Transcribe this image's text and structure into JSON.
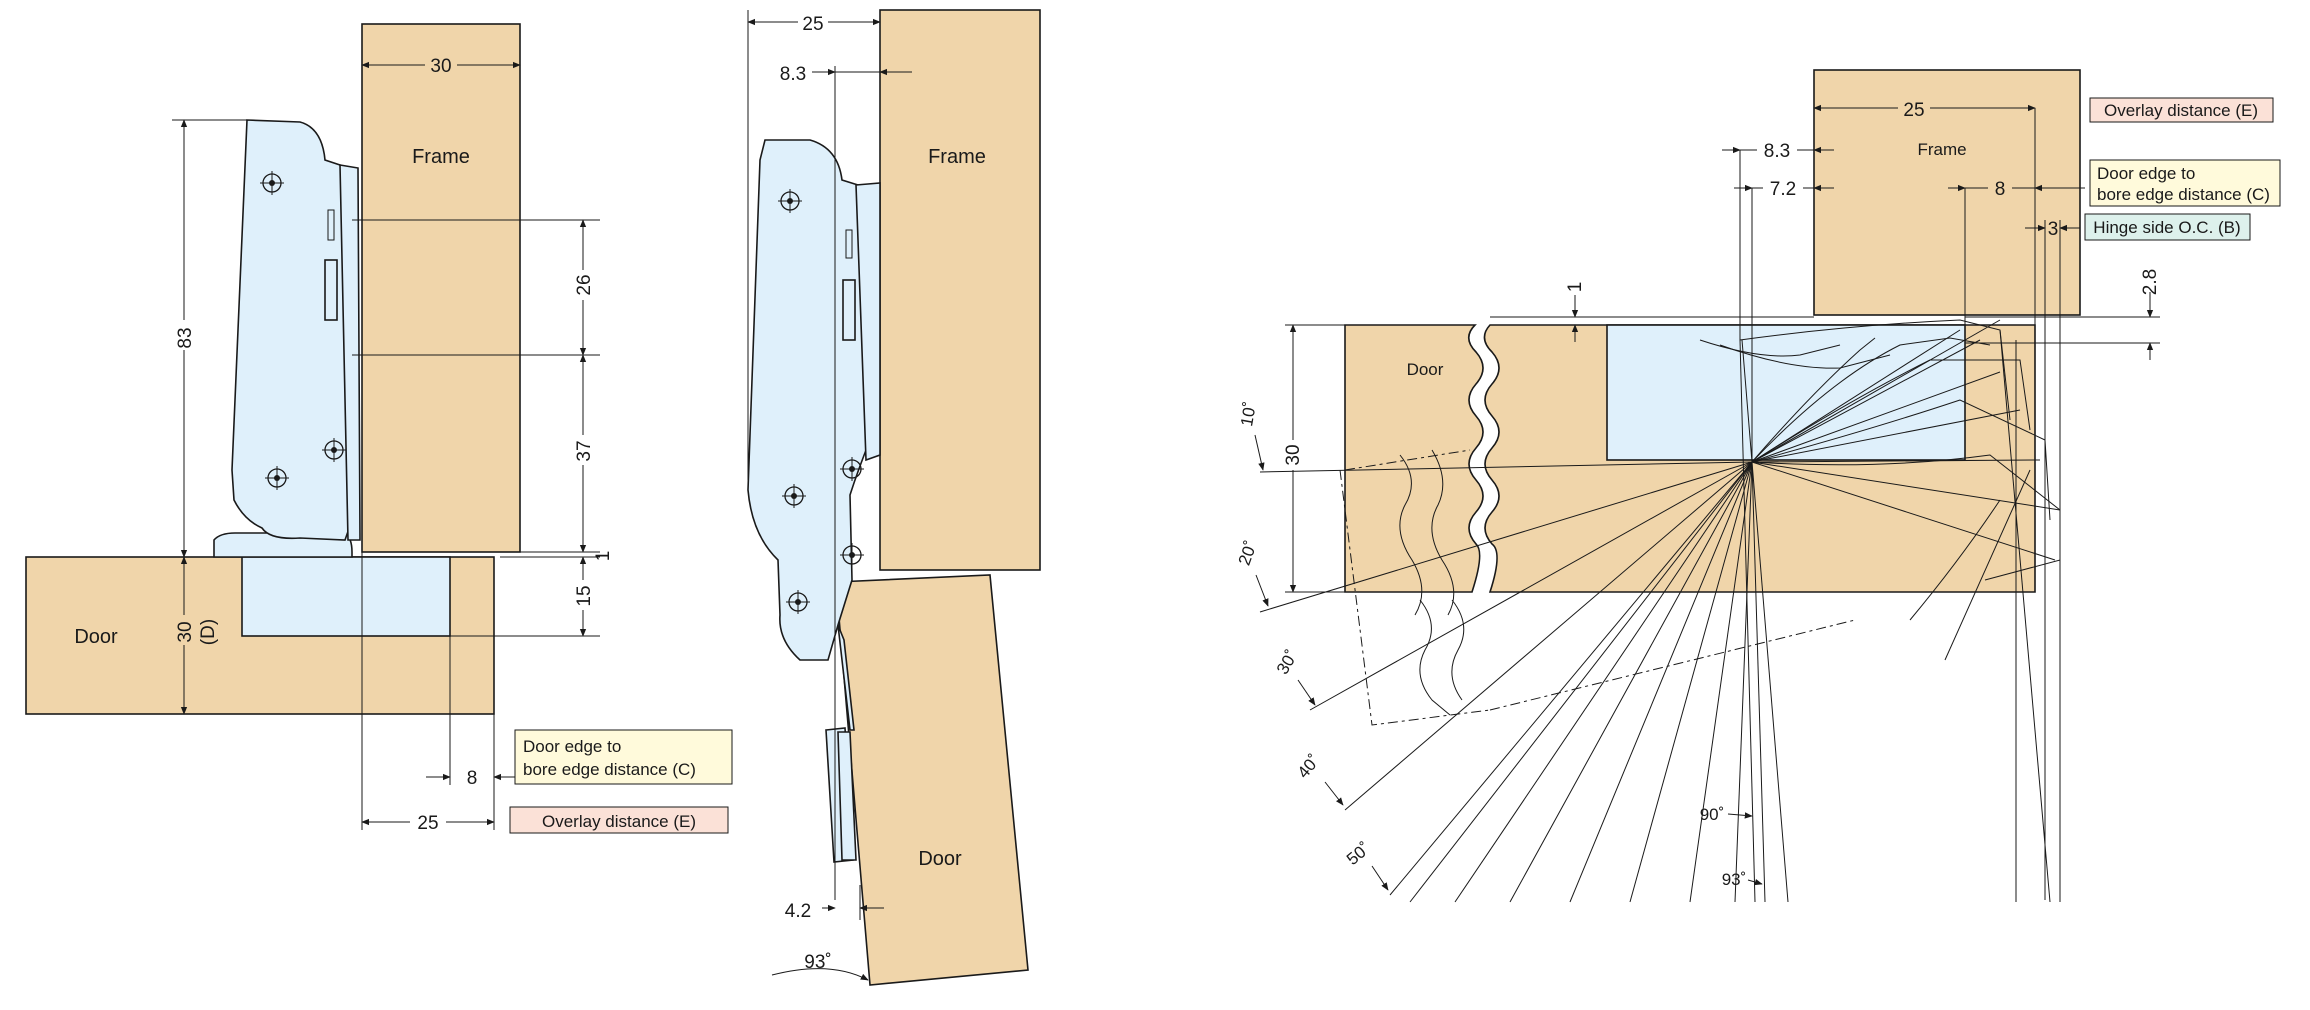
{
  "colors": {
    "wood": "#f0d5aa",
    "metal": "#dff0fb",
    "label_yellow": "#fffadb",
    "label_pink": "#fbe1d7",
    "label_green": "#ddf1ec"
  },
  "left_view": {
    "frame": "Frame",
    "door": "Door",
    "dim_30_top": "30",
    "dim_83": "83",
    "dim_26": "26",
    "dim_37": "37",
    "dim_1": "1",
    "dim_15": "15",
    "dim_30_door": "30",
    "dim_d": "(D)",
    "dim_8": "8",
    "dim_25": "25",
    "label_bore_line1": "Door edge to",
    "label_bore_line2": "bore edge distance (C)",
    "label_overlay": "Overlay distance (E)"
  },
  "middle_view": {
    "frame": "Frame",
    "door": "Door",
    "dim_25": "25",
    "dim_8_3": "8.3",
    "dim_4_2": "4.2",
    "angle_93": "93˚"
  },
  "right_view": {
    "frame": "Frame",
    "door": "Door",
    "dim_25": "25",
    "dim_8_3": "8.3",
    "dim_7_2": "7.2",
    "dim_8": "8",
    "dim_3": "3",
    "dim_2_8": "2.8",
    "dim_1": "1",
    "dim_30": "30",
    "label_overlay": "Overlay distance (E)",
    "label_bore_line1": "Door edge to",
    "label_bore_line2": "bore edge distance (C)",
    "label_hinge": "Hinge side O.C. (B)",
    "angles": [
      "10˚",
      "20˚",
      "30˚",
      "40˚",
      "50˚",
      "90˚",
      "93˚"
    ]
  }
}
